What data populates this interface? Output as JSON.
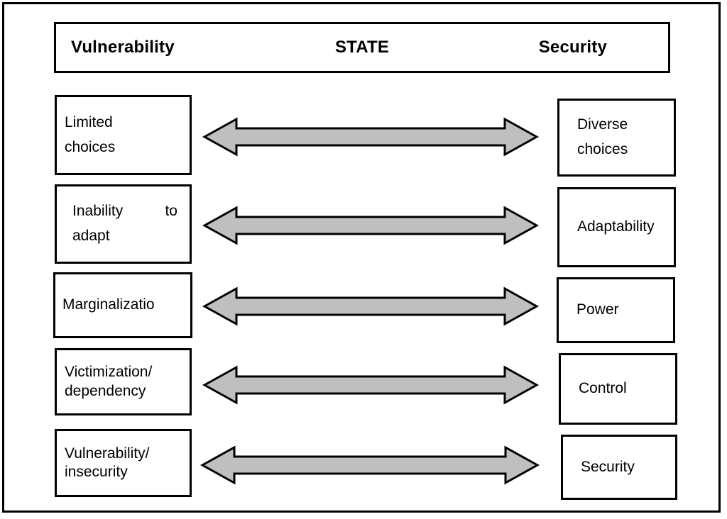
{
  "figure": {
    "title_row": {
      "left_label": "Vulnerability",
      "center_label": "STATE",
      "right_label": "Security"
    },
    "arrow": {
      "icon": "double-headed-arrow-icon",
      "fill_color": "#BFBFBF",
      "stroke_color": "#000000"
    },
    "colors": {
      "background": "#FFFFFF",
      "border": "#000000",
      "arrow_fill": "#BFBFBF"
    },
    "rows": [
      {
        "left": "Limited\nchoices",
        "left_line1": "Limited",
        "left_line2": "choices",
        "right": "Diverse\nchoices",
        "right_line1": "Diverse",
        "right_line2": "choices"
      },
      {
        "left": "Inability to\nadapt",
        "left_line1": "Inability to",
        "left_line2": "adapt",
        "right": "Adaptability",
        "right_line1": "Adaptability",
        "right_line2": ""
      },
      {
        "left": "Marginalizatio",
        "left_line1": "Marginalizatio",
        "left_line2": "",
        "right": "Power",
        "right_line1": "Power",
        "right_line2": ""
      },
      {
        "left": "Victimization/\ndependency",
        "left_line1": "Victimization/",
        "left_line2": "dependency",
        "right": "Control",
        "right_line1": "Control",
        "right_line2": ""
      },
      {
        "left": "Vulnerability/\ninsecurity",
        "left_line1": "Vulnerability/",
        "left_line2": "insecurity",
        "right": "Security",
        "right_line1": "Security",
        "right_line2": ""
      }
    ]
  }
}
